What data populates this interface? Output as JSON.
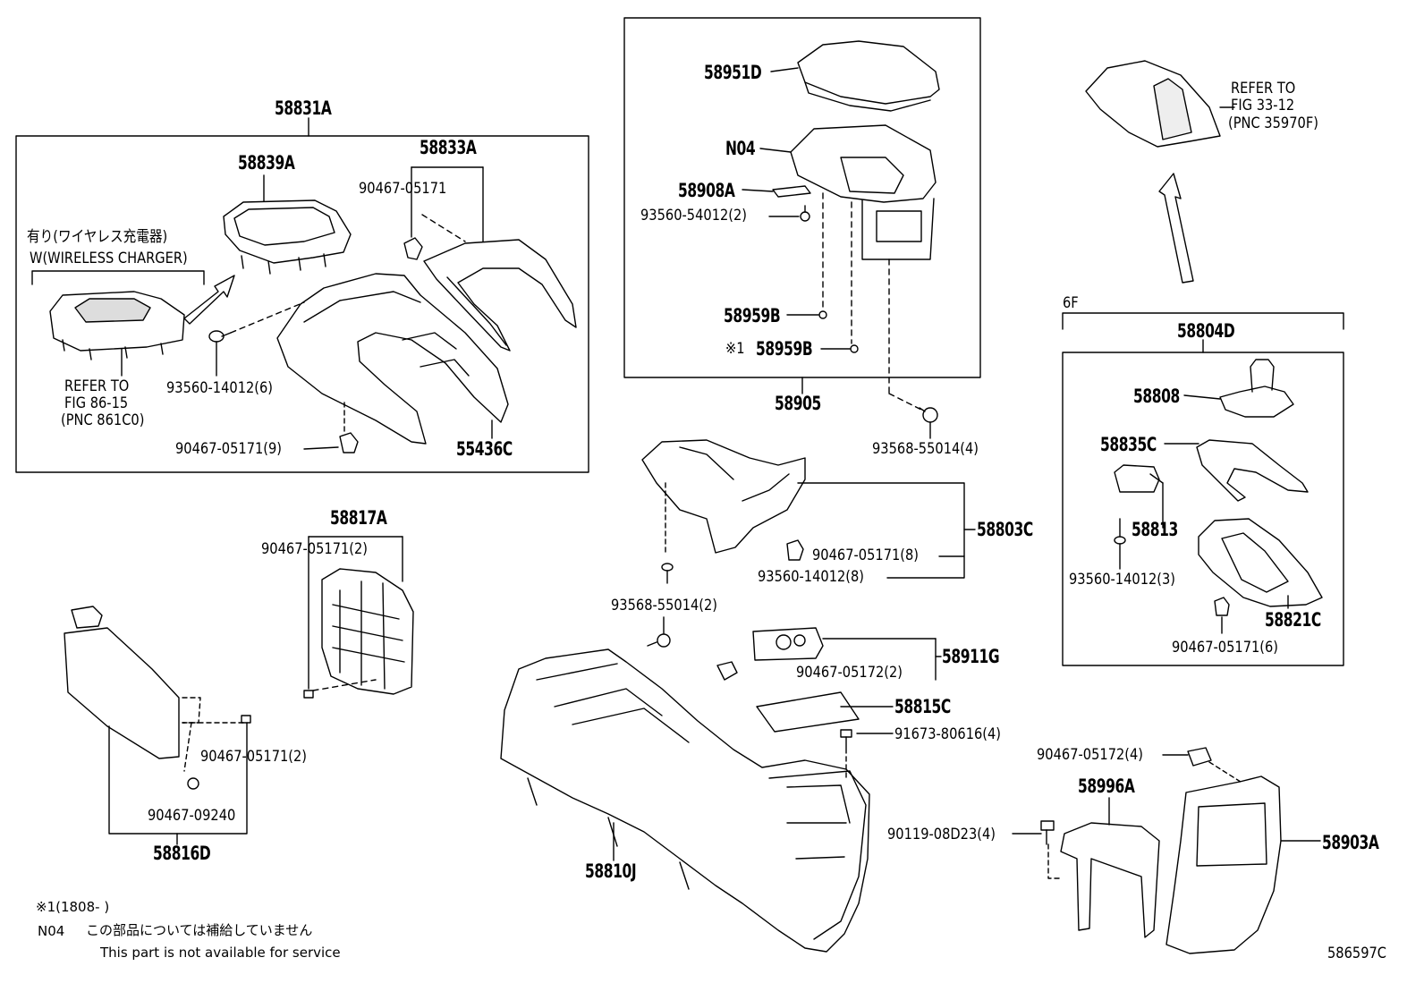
{
  "labels": {
    "p58831A": "58831A",
    "p58839A": "58839A",
    "p58833A": "58833A",
    "p90467_05171_a": "90467-05171",
    "wc_jp": "有り(ワイヤレス充電器)",
    "wc_en": "W(WIRELESS CHARGER)",
    "refer86_1": "REFER TO",
    "refer86_2": "FIG 86-15",
    "refer86_3": "(PNC 861C0)",
    "p93560_14012_6": "93560-14012(6)",
    "p90467_05171_9": "90467-05171(9)",
    "p55436C": "55436C",
    "p58951D": "58951D",
    "pN04": "N04",
    "p58908A": "58908A",
    "p93560_54012_2": "93560-54012(2)",
    "p58959B_a": "58959B",
    "note1_mark": "※1",
    "p58959B_b": "58959B",
    "p58905": "58905",
    "p93568_55014_4": "93568-55014(4)",
    "refer33_1": "REFER TO",
    "refer33_2": "FIG 33-12",
    "refer33_3": "(PNC 35970F)",
    "p6F": "6F",
    "p58804D": "58804D",
    "p58808": "58808",
    "p58835C": "58835C",
    "p58813": "58813",
    "p93560_14012_3": "93560-14012(3)",
    "p58821C": "58821C",
    "p90467_05171_6": "90467-05171(6)",
    "p58817A": "58817A",
    "p90467_05171_2a": "90467-05171(2)",
    "p58803C": "58803C",
    "p90467_05171_8": "90467-05171(8)",
    "p93560_14012_8": "93560-14012(8)",
    "p93568_55014_2": "93568-55014(2)",
    "p58911G": "58911G",
    "p90467_05172_2": "90467-05172(2)",
    "p58815C": "58815C",
    "p91673_80616_4": "91673-80616(4)",
    "p90467_05171_2b": "90467-05171(2)",
    "p90467_09240": "90467-09240",
    "p58816D": "58816D",
    "p58810J": "58810J",
    "p90467_05172_4": "90467-05172(4)",
    "p58996A": "58996A",
    "p90119_08D23_4": "90119-08D23(4)",
    "p58903A": "58903A",
    "foot_note1": "※1(1808-      )",
    "foot_n04": "N04",
    "foot_jp": "この部品については補給していません",
    "foot_en": "This part is not available for service",
    "drawing_no": "586597C"
  },
  "icons": [
    "arrow-icon",
    "bolt-icon",
    "clip-icon",
    "screw-icon"
  ]
}
